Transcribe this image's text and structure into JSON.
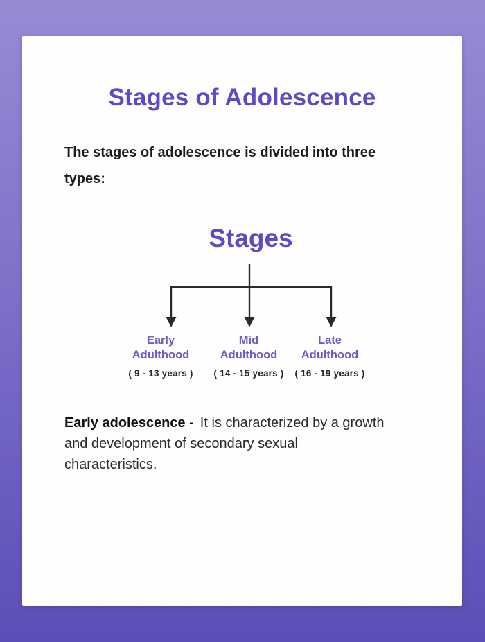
{
  "page": {
    "title": "Stages of Adolescence"
  },
  "intro": {
    "lines": [
      "The stages of adolescence is divided into three",
      "types:"
    ]
  },
  "definition": {
    "term": "Early adolescence -",
    "lines": [
      "It is characterized by a growth",
      "and development of secondary sexual",
      "characteristics."
    ]
  },
  "chart_data": {
    "type": "tree",
    "root": "Stages",
    "branches": [
      {
        "name": "Early Adulthood",
        "name_lines": [
          "Early",
          "Adulthood"
        ],
        "age_range": "( 9 - 13 years )"
      },
      {
        "name": "Mid Adulthood",
        "name_lines": [
          "Mid",
          "Adulthood"
        ],
        "age_range": "( 14 - 15 years )"
      },
      {
        "name": "Late Adulthood",
        "name_lines": [
          "Late",
          "Adulthood"
        ],
        "age_range": "( 16 - 19 years )"
      }
    ]
  },
  "colors": {
    "background_top": "#978bd5",
    "background_bottom": "#5b4eb7",
    "card": "#fefefe",
    "title_text": "#5b4cc4",
    "diagram_heading": "#5b4dc0",
    "branch_label": "#6a5cc8",
    "body_text": "#1c1c1c",
    "connector": "#2b2b2b"
  }
}
